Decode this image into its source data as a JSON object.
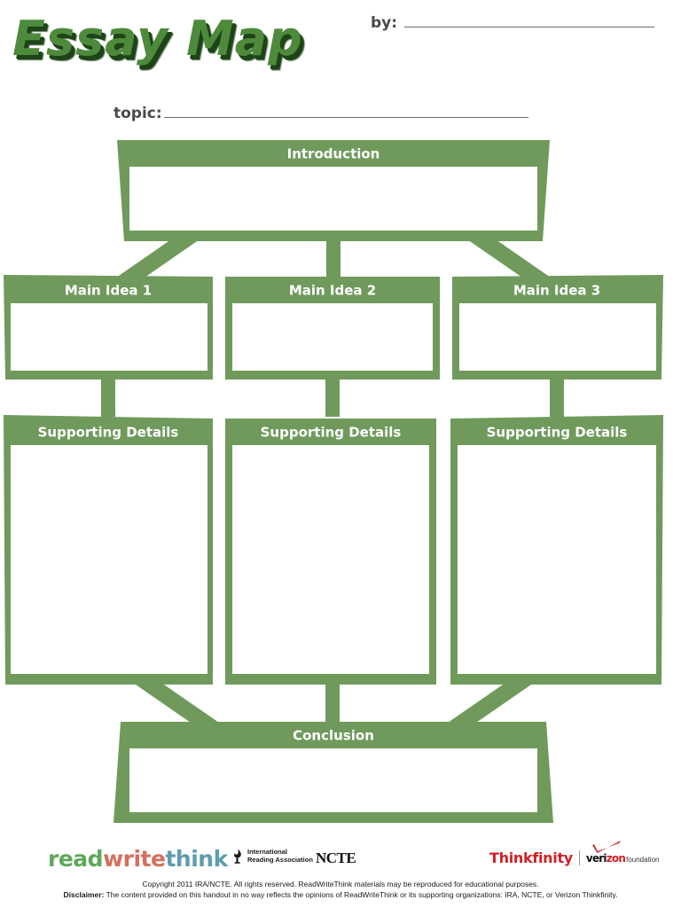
{
  "header": {
    "title": "Essay Map",
    "by_label": "by:",
    "topic_label": "topic:"
  },
  "colors": {
    "green": "#6F9A5C",
    "title_green": "#4E8A3C",
    "title_shadow": "#1d4417",
    "rule": "#6b6b6b",
    "logo_read": "#5FA85A",
    "logo_write": "#D4705F",
    "logo_think": "#5E9CAE",
    "thinkfinity_red": "#D02028"
  },
  "diagram": {
    "introduction": {
      "label": "Introduction"
    },
    "main_ideas": [
      {
        "label": "Main Idea 1"
      },
      {
        "label": "Main Idea 2"
      },
      {
        "label": "Main Idea 3"
      }
    ],
    "supporting_details": [
      {
        "label": "Supporting Details"
      },
      {
        "label": "Supporting Details"
      },
      {
        "label": "Supporting Details"
      }
    ],
    "conclusion": {
      "label": "Conclusion"
    }
  },
  "footer": {
    "logo_read": "read",
    "logo_write": "write",
    "logo_think": "think",
    "ira_line1": "International",
    "ira_line2": "Reading Association",
    "ncte": "NCTE",
    "thinkfinity": "Thinkfinity",
    "verizon_part1": "veri",
    "verizon_part2": "zon",
    "verizon_foundation": "foundation",
    "copyright": "Copyright 2011 IRA/NCTE. All rights reserved. ReadWriteThink materials may be reproduced for educational purposes.",
    "disclaimer_label": "Disclaimer:",
    "disclaimer_text": " The content provided on this handout in no way reflects the opinions of ReadWriteThink or its supporting organizations: IRA, NCTE, or Verizon Thinkfinity."
  }
}
